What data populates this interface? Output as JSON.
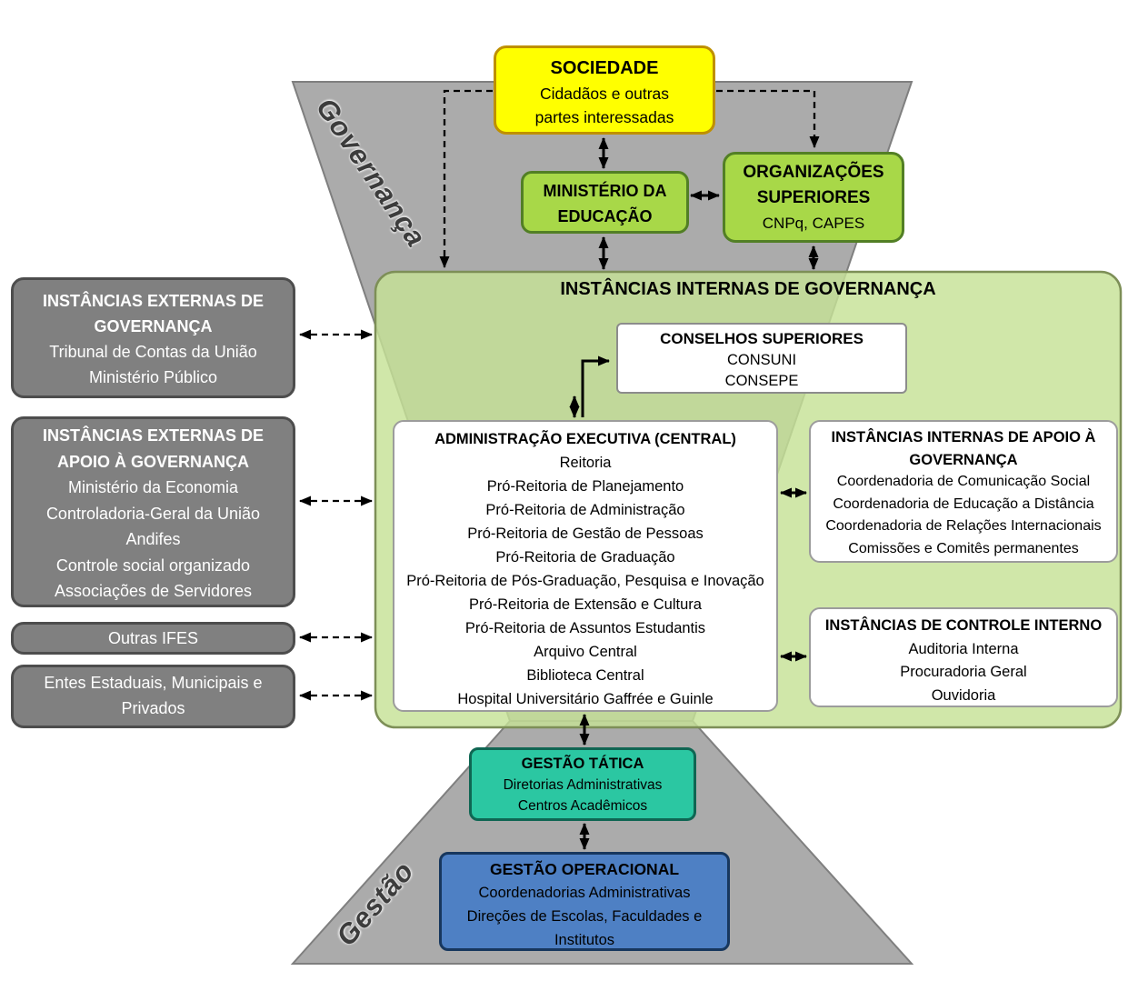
{
  "diagram": {
    "governanca_label": "Governança",
    "gestao_label": "Gestão"
  },
  "sociedade": {
    "title": "SOCIEDADE",
    "line1": "Cidadãos e outras",
    "line2": "partes interessadas"
  },
  "mec": {
    "line1": "MINISTÉRIO DA",
    "line2": "EDUCAÇÃO"
  },
  "org_superiores": {
    "line1": "ORGANIZAÇÕES",
    "line2": "SUPERIORES",
    "line3": "CNPq, CAPES"
  },
  "internas_governanca": {
    "title": "INSTÂNCIAS INTERNAS DE GOVERNANÇA"
  },
  "conselhos": {
    "title": "CONSELHOS SUPERIORES",
    "lines": [
      "CONSUNI",
      "CONSEPE"
    ]
  },
  "admin_executiva": {
    "title": "ADMINISTRAÇÃO EXECUTIVA (CENTRAL)",
    "lines": [
      "Reitoria",
      "Pró-Reitoria de Planejamento",
      "Pró-Reitoria de Administração",
      "Pró-Reitoria de Gestão de Pessoas",
      "Pró-Reitoria de Graduação",
      "Pró-Reitoria de Pós-Graduação, Pesquisa e Inovação",
      "Pró-Reitoria de Extensão e Cultura",
      "Pró-Reitoria de Assuntos Estudantis",
      "Arquivo Central",
      "Biblioteca Central",
      "Hospital Universitário Gaffrée e Guinle"
    ]
  },
  "apoio_governanca_interna": {
    "title1": "INSTÂNCIAS INTERNAS DE APOIO À",
    "title2": "GOVERNANÇA",
    "lines": [
      "Coordenadoria de Comunicação Social",
      "Coordenadoria de Educação a Distância",
      "Coordenadoria de Relações Internacionais",
      "Comissões e Comitês permanentes"
    ]
  },
  "controle_interno": {
    "title": "INSTÂNCIAS DE CONTROLE INTERNO",
    "lines": [
      "Auditoria Interna",
      "Procuradoria Geral",
      "Ouvidoria"
    ]
  },
  "externas_governanca": {
    "title1": "INSTÂNCIAS EXTERNAS DE",
    "title2": "GOVERNANÇA",
    "lines": [
      "Tribunal de Contas da União",
      "Ministério Público"
    ]
  },
  "externas_apoio": {
    "title1": "INSTÂNCIAS EXTERNAS DE",
    "title2": "APOIO À GOVERNANÇA",
    "lines": [
      "Ministério da Economia",
      "Controladoria-Geral da União",
      "Andifes",
      "Controle social organizado",
      "Associações de Servidores"
    ]
  },
  "outras_ifes": {
    "title": "Outras IFES"
  },
  "entes": {
    "line1": "Entes Estaduais, Municipais e",
    "line2": "Privados"
  },
  "gestao_tatica": {
    "title": "GESTÃO TÁTICA",
    "lines": [
      "Diretorias Administrativas",
      "Centros Acadêmicos"
    ]
  },
  "gestao_operacional": {
    "title": "GESTÃO OPERACIONAL",
    "lines": [
      "Coordenadorias Administrativas",
      "Direções de Escolas, Faculdades e",
      "Institutos"
    ]
  },
  "colors": {
    "yellow": "#ffff00",
    "yellow_green": "#a8d848",
    "gray_box": "#808080",
    "gray_funnel": "#ababab",
    "green_panel": "#c6e296",
    "teal": "#2bc7a2",
    "blue": "#4e80c4"
  }
}
